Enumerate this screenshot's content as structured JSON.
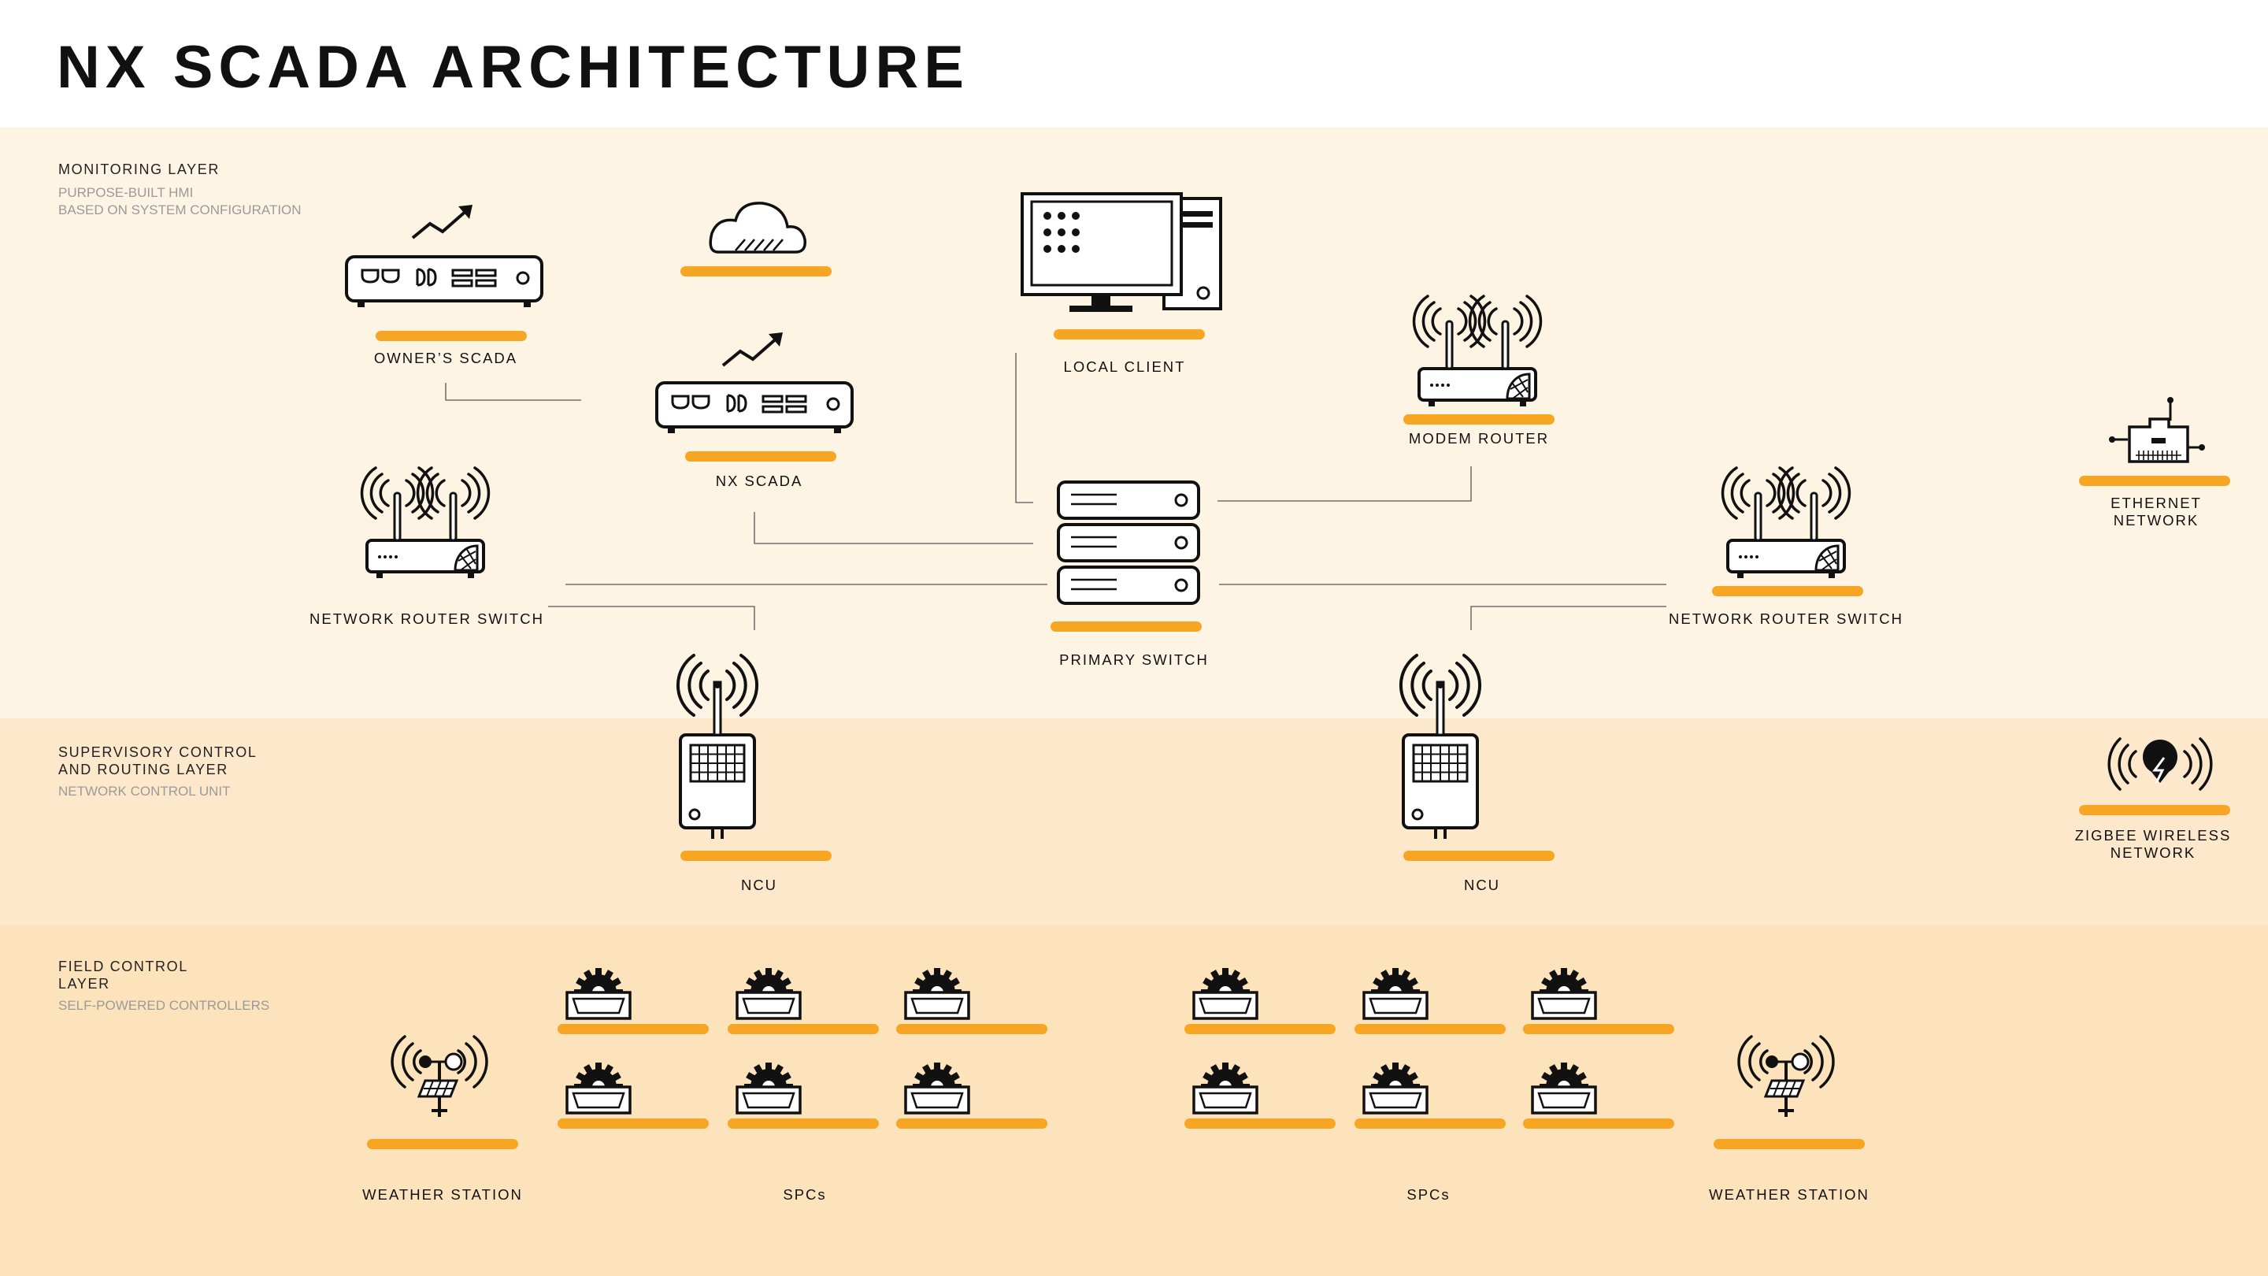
{
  "title": "NX SCADA ARCHITECTURE",
  "colors": {
    "accent": "#f6a623",
    "monitoring_band": "#fef4e4",
    "supervisory_band": "#fde8cb",
    "field_band": "#fde3bc"
  },
  "layers": {
    "monitoring": {
      "name": "MONITORING LAYER",
      "sub1": "PURPOSE-BUILT HMI",
      "sub2": "BASED ON SYSTEM CONFIGURATION"
    },
    "supervisory": {
      "name1": "SUPERVISORY CONTROL",
      "name2": "AND ROUTING LAYER",
      "sub1": "NETWORK CONTROL UNIT"
    },
    "field": {
      "name1": "FIELD CONTROL",
      "name2": "LAYER",
      "sub1": "SELF-POWERED CONTROLLERS"
    }
  },
  "nodes": {
    "owners_scada": "OWNER’S SCADA",
    "cloud": "",
    "nx_scada": "NX SCADA",
    "local_client": "LOCAL CLIENT",
    "modem_router": "MODEM ROUTER",
    "network_router_switch_left": "NETWORK ROUTER SWITCH",
    "primary_switch": "PRIMARY SWITCH",
    "network_router_switch_right": "NETWORK ROUTER SWITCH",
    "ncu_left": "NCU",
    "ncu_right": "NCU",
    "weather_station_left": "WEATHER STATION",
    "spcs_left": "SPCs",
    "spcs_right": "SPCs",
    "weather_station_right": "WEATHER STATION"
  },
  "legend": {
    "ethernet_line1": "ETHERNET",
    "ethernet_line2": "NETWORK",
    "zigbee_line1": "ZIGBEE WIRELESS",
    "zigbee_line2": "NETWORK"
  },
  "icons": [
    "modem-icon",
    "cloud-icon",
    "desktop-computer-icon",
    "wifi-router-icon",
    "server-stack-icon",
    "network-control-unit-icon",
    "weather-station-icon",
    "spc-controller-icon",
    "ethernet-port-icon",
    "zigbee-icon"
  ]
}
